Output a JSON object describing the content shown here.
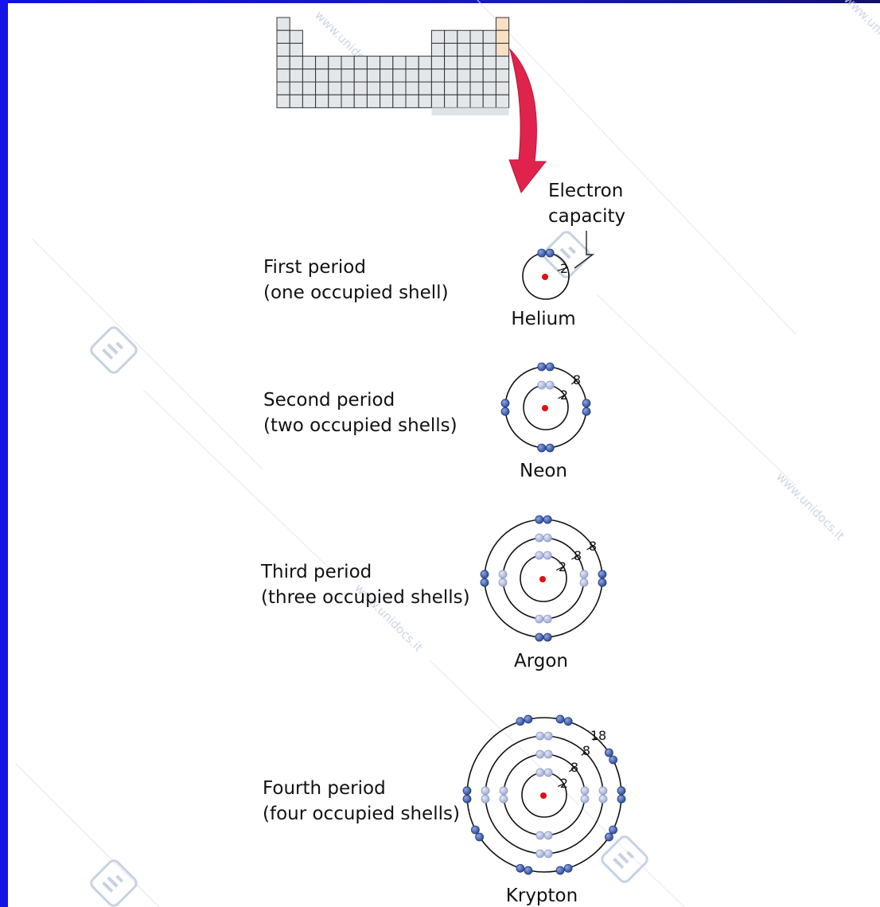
{
  "colors": {
    "frame": "#1414e6",
    "table_cell": "#e4e7ea",
    "noble_gas_column": "#f9dfc4",
    "arrow": "#e0234d",
    "nucleus": "#e01010",
    "outer_electron": "#3a5cb0",
    "inner_electron": "#b3bfe0",
    "watermark": "#c6d2e2"
  },
  "watermark_text": "www.unidocs.it",
  "electron_capacity_label": [
    "Electron",
    "capacity"
  ],
  "periods": [
    {
      "label_lines": [
        "First period",
        "(one occupied shell)"
      ],
      "element": "Helium",
      "shell_capacities": [
        "2"
      ]
    },
    {
      "label_lines": [
        "Second period",
        "(two occupied shells)"
      ],
      "element": "Neon",
      "shell_capacities": [
        "2",
        "8"
      ]
    },
    {
      "label_lines": [
        "Third period",
        "(three occupied shells)"
      ],
      "element": "Argon",
      "shell_capacities": [
        "2",
        "8",
        "8"
      ]
    },
    {
      "label_lines": [
        "Fourth period",
        "(four occupied shells)"
      ],
      "element": "Krypton",
      "shell_capacities": [
        "2",
        "8",
        "8",
        "18"
      ]
    }
  ]
}
